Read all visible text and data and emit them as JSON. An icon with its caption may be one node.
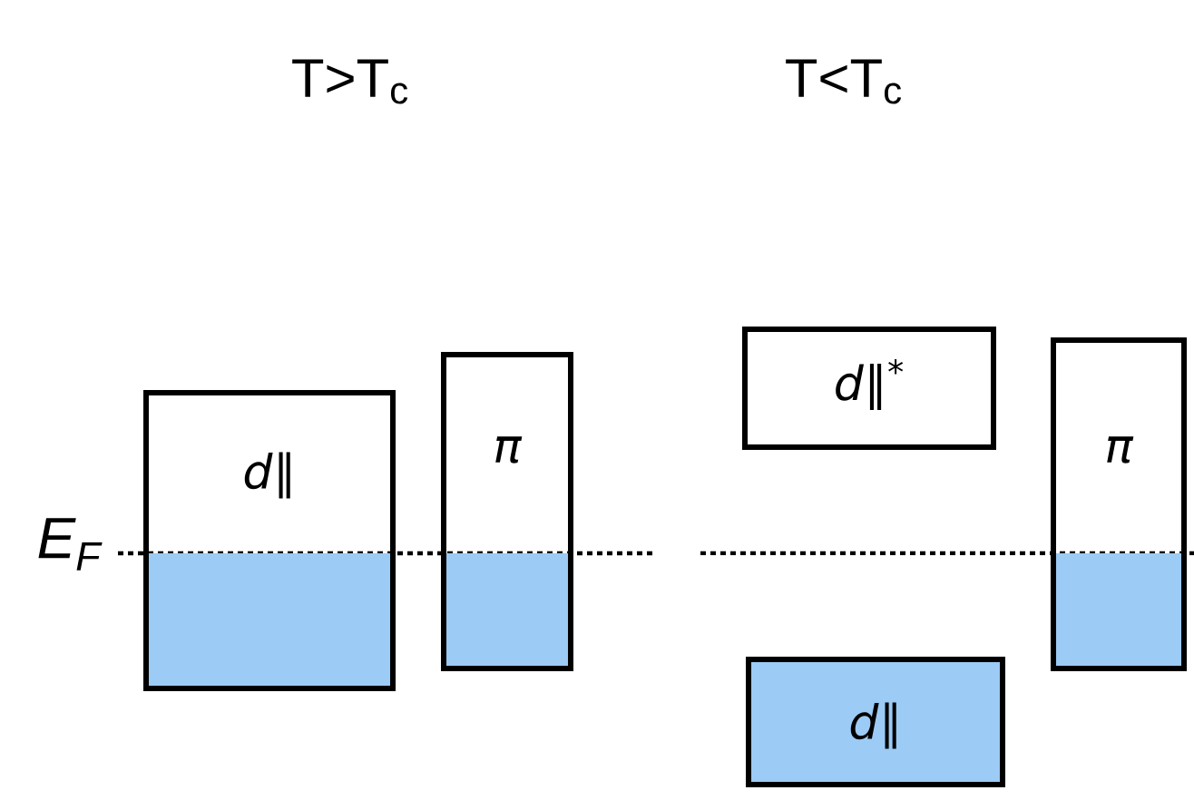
{
  "diagram": {
    "nodes": [
      {
        "text": [
          "*d*∥"
        ]
      },
      {
        "text": [
          "π"
        ]
      },
      {
        "text": [
          "*d*∥$^{*}$"
        ]
      },
      {
        "text": [
          "π"
        ]
      },
      {
        "text": [
          "*d*∥"
        ]
      }
    ],
    "labels": [
      "T>T$_{c}$",
      "T<T$_{c}$",
      "E$_{F}$"
    ]
  }
}
